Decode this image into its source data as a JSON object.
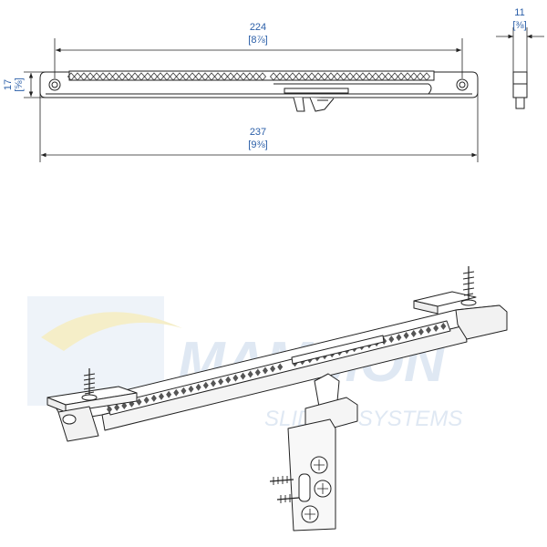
{
  "dimensions": {
    "inner_length": "224",
    "inner_length_in": "[8⅞]",
    "total_length": "237",
    "total_length_in": "[9⅜]",
    "height": "17",
    "height_in": "[⅝]",
    "depth": "11",
    "depth_in": "[⅜]"
  },
  "watermark": {
    "brand": "MAMMON",
    "tagline": "SLIDING SYSTEMS"
  },
  "colors": {
    "dimension": "#2a5ea8",
    "outline": "#222222",
    "watermark": "#dfe8f3"
  }
}
